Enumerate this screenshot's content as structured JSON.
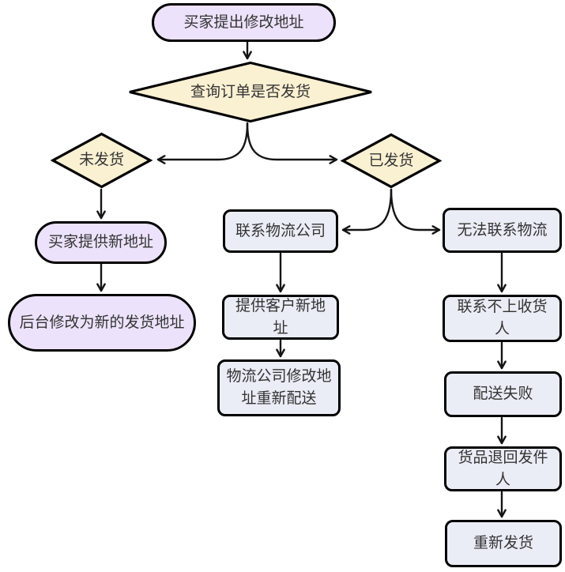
{
  "diagram_type": "flowchart",
  "colors": {
    "background": "#FFFFFF",
    "node-purple": "#EDE2FB",
    "node-cream": "#FAF0D2",
    "node-blue": "#EAEDF6",
    "border": "#000000",
    "arrow": "#141414",
    "text": "#333333"
  },
  "nodes": {
    "start": {
      "label": "买家提出修改地址",
      "shape": "stadium"
    },
    "check_shipped": {
      "label": "查询订单是否发货",
      "shape": "diamond"
    },
    "not_shipped": {
      "label": "未发货",
      "shape": "diamond"
    },
    "shipped": {
      "label": "已发货",
      "shape": "diamond"
    },
    "buyer_new_address": {
      "label": "买家提供新地址",
      "shape": "stadium"
    },
    "backend_update": {
      "label": "后台修改为新的发货地址",
      "shape": "stadium"
    },
    "contact_logistics": {
      "label": "联系物流公司",
      "shape": "rect"
    },
    "provide_new_address": {
      "label": "提供客户新地址",
      "shape": "rect"
    },
    "logistics_redeliver": {
      "label": "物流公司修改地址重新配送",
      "shape": "rect"
    },
    "cannot_contact_logistics": {
      "label": "无法联系物流",
      "shape": "rect"
    },
    "cannot_reach_recipient": {
      "label": "联系不上收货人",
      "shape": "rect"
    },
    "delivery_failed": {
      "label": "配送失败",
      "shape": "rect"
    },
    "returned_to_sender": {
      "label": "货品退回发件人",
      "shape": "rect"
    },
    "reship": {
      "label": "重新发货",
      "shape": "rect"
    }
  },
  "edges": [
    {
      "from": "start",
      "to": "check_shipped"
    },
    {
      "from": "check_shipped",
      "to": "not_shipped"
    },
    {
      "from": "check_shipped",
      "to": "shipped"
    },
    {
      "from": "not_shipped",
      "to": "buyer_new_address"
    },
    {
      "from": "buyer_new_address",
      "to": "backend_update"
    },
    {
      "from": "shipped",
      "to": "contact_logistics"
    },
    {
      "from": "shipped",
      "to": "cannot_contact_logistics"
    },
    {
      "from": "contact_logistics",
      "to": "provide_new_address"
    },
    {
      "from": "provide_new_address",
      "to": "logistics_redeliver"
    },
    {
      "from": "cannot_contact_logistics",
      "to": "cannot_reach_recipient"
    },
    {
      "from": "cannot_reach_recipient",
      "to": "delivery_failed"
    },
    {
      "from": "delivery_failed",
      "to": "returned_to_sender"
    },
    {
      "from": "returned_to_sender",
      "to": "reship"
    }
  ]
}
